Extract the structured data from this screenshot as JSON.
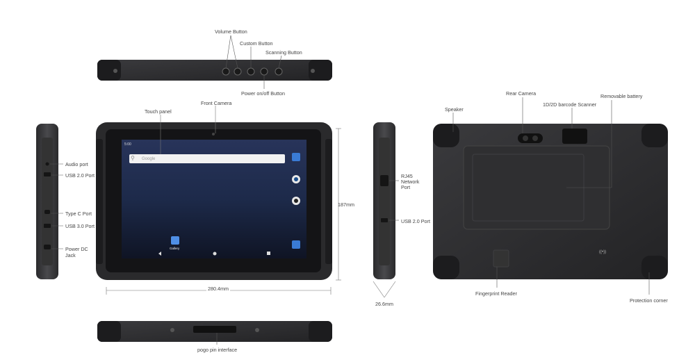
{
  "top_view": {
    "volume_button": "Volume Button",
    "custom_button": "Custom Button",
    "scanning_button": "Scanning Button",
    "power_button": "Power on/off Button"
  },
  "left_side": {
    "audio_port": "Audio port",
    "usb2_port": "USB 2.0 Port",
    "typec_port": "Type C Port",
    "usb3_port": "USB 3.0 Port",
    "power_dc_line1": "Power DC",
    "power_dc_line2": "Jack"
  },
  "front": {
    "touch_panel": "Touch panel",
    "front_camera": "Front Camera",
    "status_time": "5:00",
    "search_placeholder": "Google",
    "gallery_label": "Gallery",
    "height_dim": "187mm",
    "width_dim": "280.4mm"
  },
  "right_side": {
    "rj45_line1": "RJ45",
    "rj45_line2": "Network",
    "rj45_line3": "Port",
    "usb2_port": "USB 2.0 Port",
    "depth_dim": "26.6mm"
  },
  "back": {
    "speaker": "Speaker",
    "rear_camera": "Rear Camera",
    "barcode_scanner": "1D/2D barcode Scanner",
    "removable_battery": "Removable battery",
    "fingerprint_reader": "Fingerprint Reader",
    "protection_corner": "Protection corner",
    "nfc_symbol": "((•))"
  },
  "bottom_view": {
    "pogo_pin": "pogo pin interface"
  },
  "colors": {
    "body_dark": "#2b2b2d",
    "rubber": "#3a3a3c",
    "screen_bg": "#1f2a44",
    "line": "#555555"
  }
}
